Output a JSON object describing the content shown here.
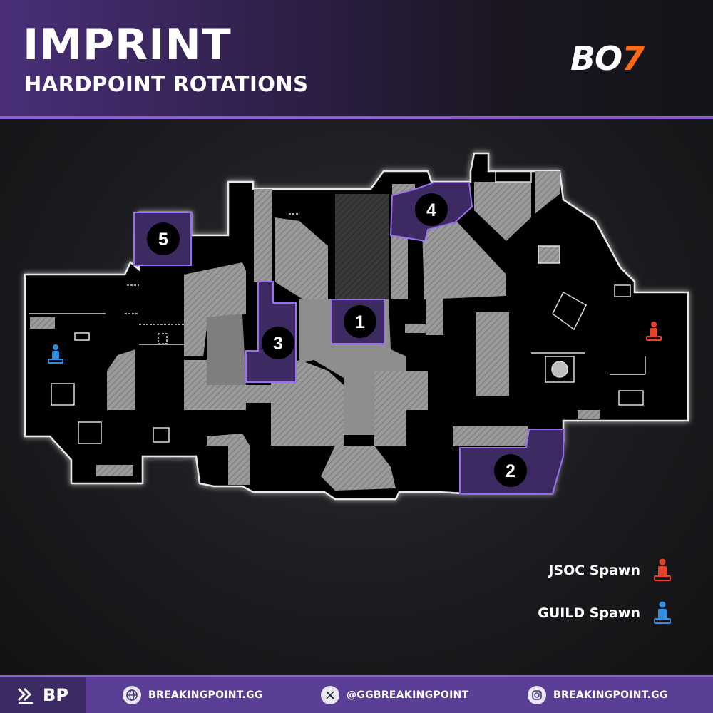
{
  "header": {
    "title": "IMPRINT",
    "subtitle": "HARDPOINT ROTATIONS",
    "logo_main": "BO",
    "logo_accent": "7"
  },
  "hardpoints": [
    {
      "label": "1"
    },
    {
      "label": "2"
    },
    {
      "label": "3"
    },
    {
      "label": "4"
    },
    {
      "label": "5"
    }
  ],
  "legend": {
    "jsoc_label": "JSOC Spawn",
    "guild_label": "GUILD Spawn"
  },
  "footer": {
    "brand": "BP",
    "website": "BREAKINGPOINT.GG",
    "twitter": "@GGBREAKINGPOINT",
    "instagram": "BREAKINGPOINT.GG"
  },
  "colors": {
    "accent": "#8a5fd6",
    "zone_fill": "#3d2a63",
    "jsoc": "#e8412b",
    "guild": "#2f8fe0",
    "logo_accent": "#ff6a13"
  }
}
